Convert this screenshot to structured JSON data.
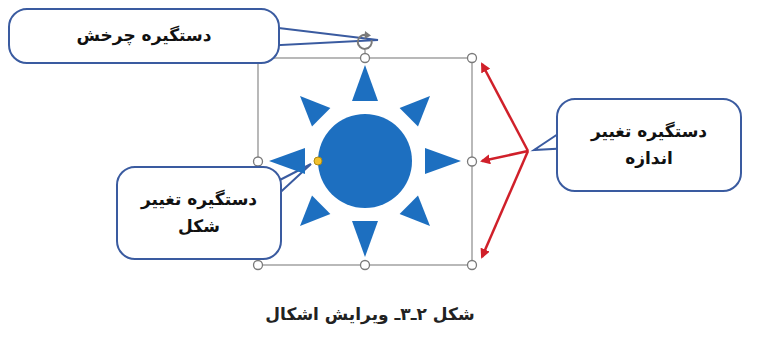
{
  "diagram": {
    "caption": "شکل ۲ـ۳ـ ویرایش اشکال",
    "nodes": [
      {
        "text": [
          "دستگیره چرخش"
        ]
      },
      {
        "text": [
          "دستگیره تغییر اندازه"
        ]
      },
      {
        "text": [
          "دستگیره تغییر شکل"
        ]
      }
    ]
  }
}
